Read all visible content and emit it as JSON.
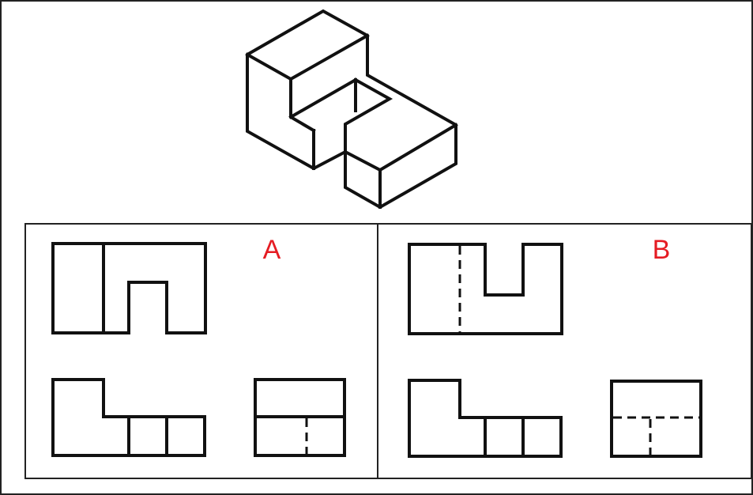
{
  "question": {
    "options": [
      {
        "id": "A",
        "label": "A"
      },
      {
        "id": "B",
        "label": "B"
      }
    ]
  },
  "colors": {
    "line": "#111111",
    "frame": "#222222",
    "label": "#e51c23",
    "background": "#ffffff"
  }
}
